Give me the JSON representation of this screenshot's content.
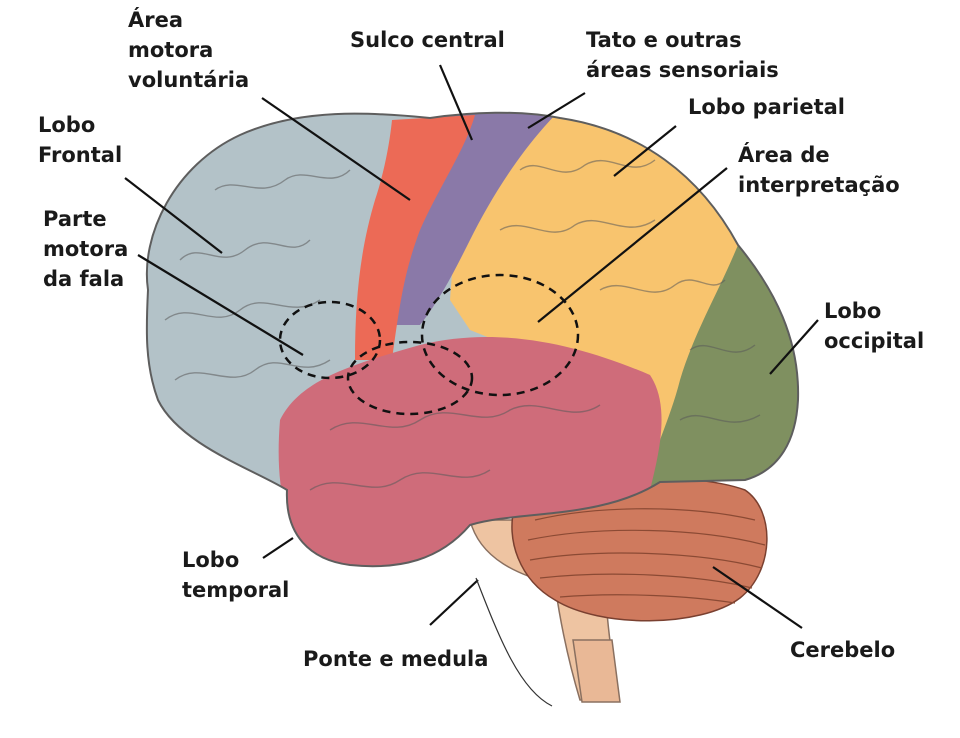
{
  "labels": {
    "motor_area": [
      "Área",
      "motora",
      "voluntária"
    ],
    "central_sulcus": [
      "Sulco central"
    ],
    "touch_areas": [
      "Tato e outras",
      "áreas sensoriais"
    ],
    "parietal": [
      "Lobo parietal"
    ],
    "frontal": [
      "Lobo",
      "Frontal"
    ],
    "interpretation": [
      "Área de",
      "interpretação"
    ],
    "speech_motor": [
      "Parte",
      "motora",
      "da fala"
    ],
    "occipital": [
      "Lobo",
      "occipital"
    ],
    "temporal": [
      "Lobo",
      "temporal"
    ],
    "pons_medulla": [
      "Ponte e medula"
    ],
    "cerebellum": [
      "Cerebelo"
    ]
  },
  "colors": {
    "frontal": "#b3c2c8",
    "motor": "#ec6a56",
    "sensory": "#8a79a8",
    "parietal": "#f8c46e",
    "occipital": "#7f9060",
    "temporal": "#cf6c7a",
    "cerebellum": "#cf7a5e",
    "brainstem": "#eec4a2",
    "outline": "#5e5e5e",
    "leader": "#111111"
  }
}
